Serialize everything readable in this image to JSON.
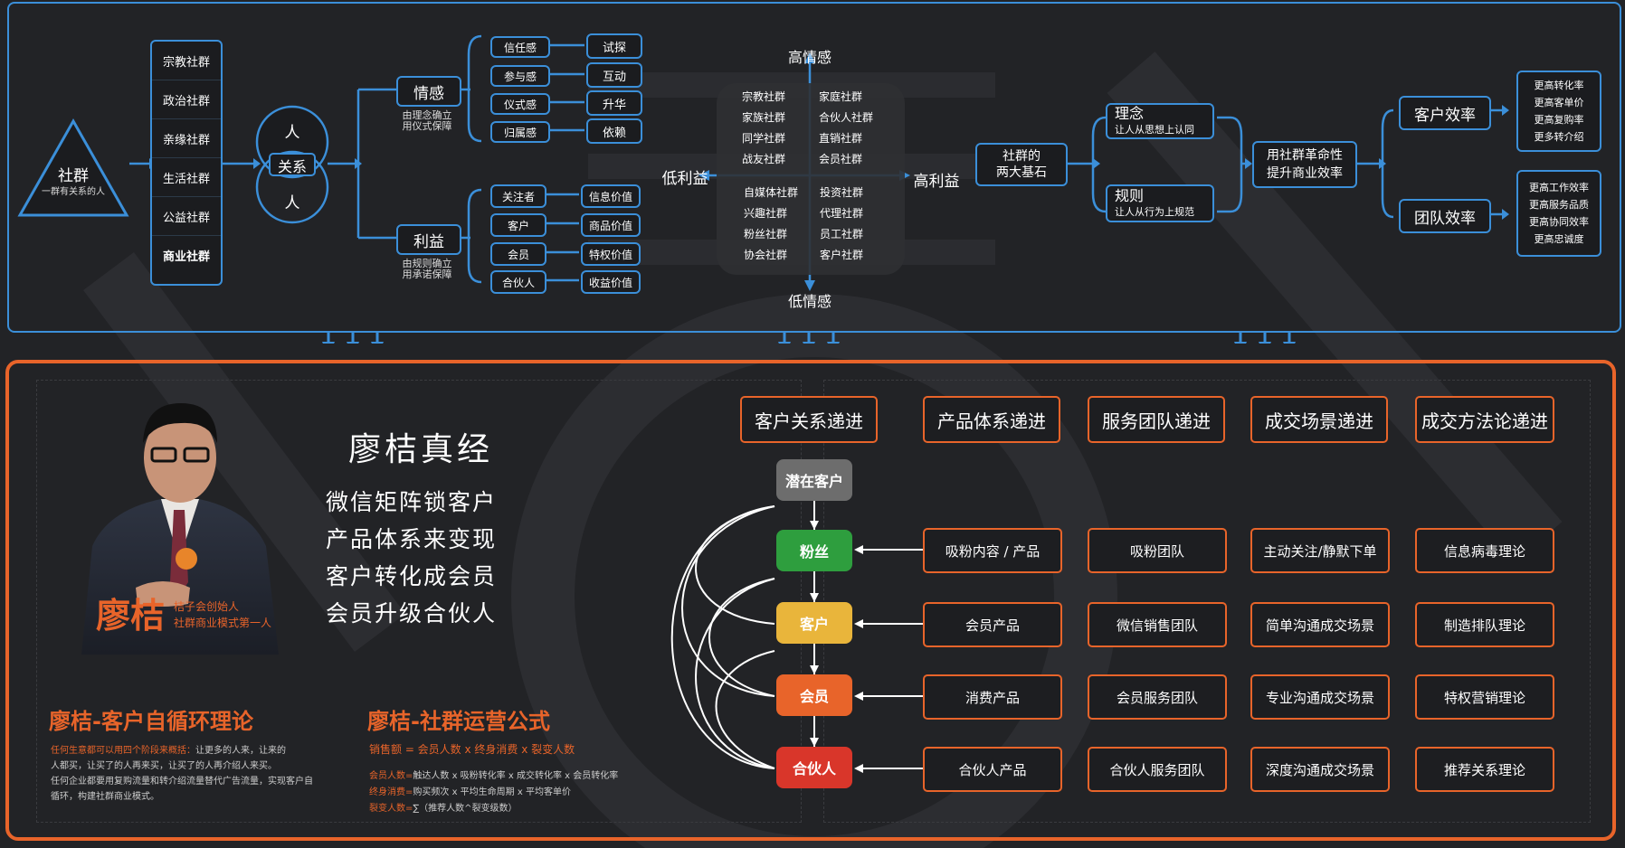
{
  "top": {
    "triangle": {
      "title": "社群",
      "subtitle": "一群有关系的人"
    },
    "types": [
      "宗教社群",
      "政治社群",
      "亲缘社群",
      "生活社群",
      "公益社群",
      "商业社群"
    ],
    "relation": {
      "top": "人",
      "middle": "关系",
      "bottom": "人"
    },
    "emotion": {
      "label": "情感",
      "sub1": "由理念确立",
      "sub2": "用仪式保障",
      "items": [
        "信任感",
        "参与感",
        "仪式感",
        "归属感"
      ],
      "results": [
        "试探",
        "互动",
        "升华",
        "依赖"
      ]
    },
    "interest": {
      "label": "利益",
      "sub1": "由规则确立",
      "sub2": "用承诺保障",
      "items": [
        "关注者",
        "客户",
        "会员",
        "合伙人"
      ],
      "results": [
        "信息价值",
        "商品价值",
        "特权价值",
        "收益价值"
      ]
    },
    "matrix": {
      "top": "高情感",
      "bottom": "低情感",
      "left": "低利益",
      "right": "高利益",
      "q1": [
        "宗教社群",
        "家族社群",
        "同学社群",
        "战友社群"
      ],
      "q2": [
        "家庭社群",
        "合伙人社群",
        "直销社群",
        "会员社群"
      ],
      "q3": [
        "自媒体社群",
        "兴趣社群",
        "粉丝社群",
        "协会社群"
      ],
      "q4": [
        "投资社群",
        "代理社群",
        "员工社群",
        "客户社群"
      ]
    },
    "foundation": {
      "line1": "社群的",
      "line2": "两大基石"
    },
    "idea": {
      "title": "理念",
      "sub": "让人从思想上认同"
    },
    "rule": {
      "title": "规则",
      "sub": "让人从行为上规范"
    },
    "revolution": {
      "line1": "用社群革命性",
      "line2": "提升商业效率"
    },
    "customer_eff": {
      "label": "客户效率",
      "items": [
        "更高转化率",
        "更高客单价",
        "更高复购率",
        "更多转介绍"
      ]
    },
    "team_eff": {
      "label": "团队效率",
      "items": [
        "更高工作效率",
        "更高服务品质",
        "更高协同效率",
        "更高忠诚度"
      ]
    }
  },
  "bottom": {
    "book_title": "廖桔真经",
    "lines": [
      "微信矩阵锁客户",
      "产品体系来变现",
      "客户转化成会员",
      "会员升级合伙人"
    ],
    "person": {
      "name": "廖桔",
      "title1": "桔子会创始人",
      "title2": "社群商业模式第一人"
    },
    "theory1": {
      "title": "廖桔-客户自循环理论",
      "p1_hl": "任何生意都可以用四个阶段来概括：",
      "p1": "让更多的人来，让来的",
      "p2": "人都买，让买了的人再来买，让买了的人再介绍人来买。",
      "p3": "任何企业都要用复购流量和转介绍流量替代广告流量，实现客户自",
      "p4": "循环，构建社群商业模式。"
    },
    "theory2": {
      "title": "廖桔-社群运营公式",
      "formula": "销售额 = 会员人数 x 终身消费 x 裂变人数",
      "l1k": "会员人数=",
      "l1": "触达人数 x 吸粉转化率 x 成交转化率 x 会员转化率",
      "l2k": "终身消费=",
      "l2": "购买频次 x 平均生命周期 x 平均客单价",
      "l3k": "裂变人数=",
      "l3": "∑（推荐人数^裂变级数）"
    },
    "headers": [
      "客户关系递进",
      "产品体系递进",
      "服务团队递进",
      "成交场景递进",
      "成交方法论递进"
    ],
    "stages": {
      "potential": "潜在客户",
      "fans": "粉丝",
      "customer": "客户",
      "member": "会员",
      "partner": "合伙人"
    },
    "rows": [
      [
        "吸粉内容 / 产品",
        "吸粉团队",
        "主动关注/静默下单",
        "信息病毒理论"
      ],
      [
        "会员产品",
        "微信销售团队",
        "简单沟通成交场景",
        "制造排队理论"
      ],
      [
        "消费产品",
        "会员服务团队",
        "专业沟通成交场景",
        "特权营销理论"
      ],
      [
        "合伙人产品",
        "合伙人服务团队",
        "深度沟通成交场景",
        "推荐关系理论"
      ]
    ]
  },
  "colors": {
    "blue": "#3b8fd9",
    "orange": "#e8642a",
    "fans": "#2e9e3e",
    "customer": "#e9b53b",
    "member": "#e8642a",
    "partner": "#d9362a",
    "potential": "#6d6d6d"
  }
}
